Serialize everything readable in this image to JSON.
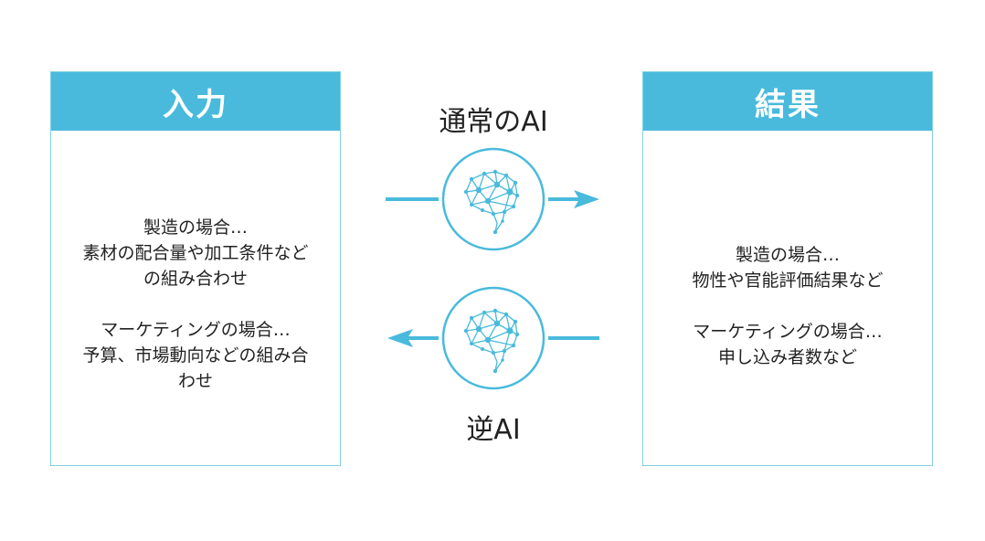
{
  "input_box": {
    "title": "入力",
    "paragraphs": [
      [
        "製造の場合…",
        "素材の配合量や加工条件など",
        "の組み合わせ"
      ],
      [
        "マーケティングの場合…",
        "予算、市場動向などの組み合",
        "わせ"
      ]
    ]
  },
  "result_box": {
    "title": "結果",
    "paragraphs": [
      [
        "製造の場合…",
        "物性や官能評価結果など"
      ],
      [
        "マーケティングの場合…",
        "申し込み者数など"
      ]
    ]
  },
  "forward_ai": {
    "label": "通常のAI",
    "icon": "brain-network-icon",
    "direction": "right"
  },
  "inverse_ai": {
    "label": "逆AI",
    "icon": "brain-network-icon",
    "direction": "left"
  },
  "colors": {
    "accent": "#49badc",
    "border": "#7fd0e4",
    "text": "#222222"
  }
}
